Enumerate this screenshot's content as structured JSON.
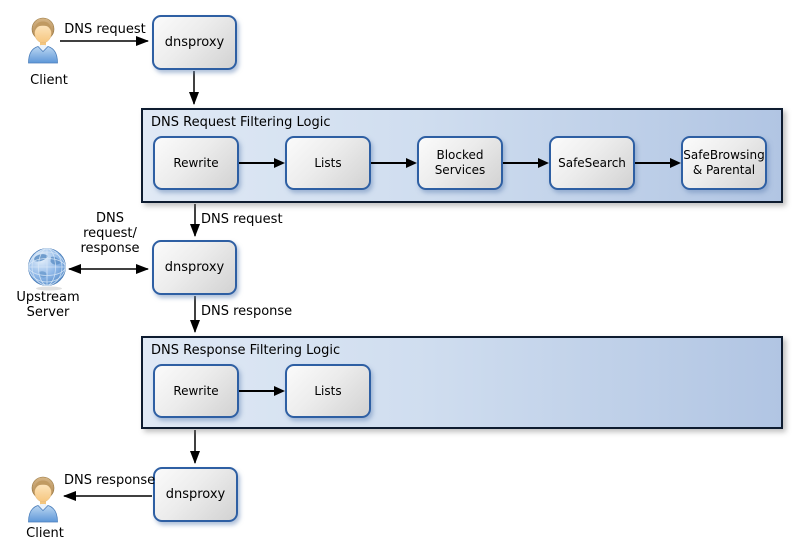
{
  "nodes": {
    "client_top": "Client",
    "proxy_top": "dnsproxy",
    "proxy_middle": "dnsproxy",
    "proxy_bottom": "dnsproxy",
    "upstream_server": "Upstream\nServer",
    "client_bottom": "Client"
  },
  "request_pipeline": {
    "title": "DNS Request Filtering Logic",
    "steps": [
      "Rewrite",
      "Lists",
      "Blocked Services",
      "SafeSearch",
      "SafeBrowsing & Parental"
    ]
  },
  "response_pipeline": {
    "title": "DNS Response Filtering Logic",
    "steps": [
      "Rewrite",
      "Lists"
    ]
  },
  "edge_labels": {
    "client_request": "DNS request",
    "filtered_request": "DNS request",
    "upstream_exchange": "DNS\nrequest/\nresponse",
    "proxy_response": "DNS response",
    "client_response": "DNS response"
  },
  "icons": {
    "client_top": "person-icon",
    "upstream_server": "globe-icon",
    "client_bottom": "person-icon"
  },
  "colors": {
    "background": "#ffffff",
    "container_fill_left": "#e0e9f5",
    "container_fill_right": "#b1c5e3",
    "container_border": "#0e1c30",
    "node_border": "#2e5fa3",
    "node_fill_light": "#fbfbfb",
    "node_fill_dark": "#d2d2d2",
    "arrow": "#000000",
    "person_shirt": "#6da2dd",
    "globe_blue": "#8fb8e8"
  }
}
